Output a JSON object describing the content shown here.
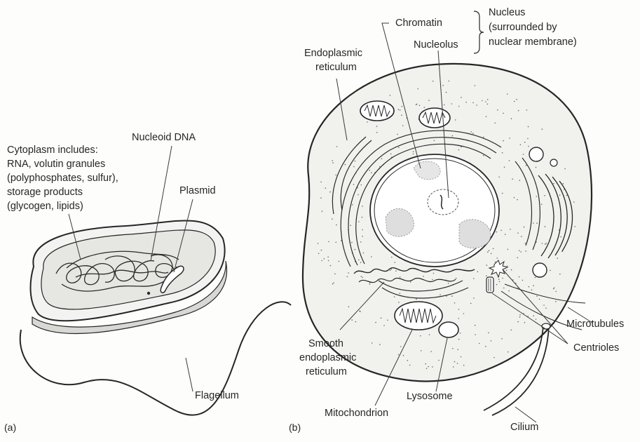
{
  "panel_a": {
    "tag": "(a)",
    "labels": {
      "cytoplasm": [
        "Cytoplasm includes:",
        "RNA, volutin granules",
        "(polyphosphates, sulfur),",
        "storage products",
        "(glycogen, lipids)"
      ],
      "nucleoid": "Nucleoid DNA",
      "plasmid": "Plasmid",
      "flagellum": "Flagellum"
    }
  },
  "panel_b": {
    "tag": "(b)",
    "labels": {
      "chromatin": "Chromatin",
      "nucleolus": "Nucleolus",
      "nucleus": [
        "Nucleus",
        "(surrounded by",
        "nuclear membrane)"
      ],
      "er": [
        "Endoplasmic",
        "reticulum"
      ],
      "smooth_er": [
        "Smooth",
        "endoplasmic",
        "reticulum"
      ],
      "mitochondrion": "Mitochondrion",
      "lysosome": "Lysosome",
      "cilium": "Cilium",
      "centrioles": "Centrioles",
      "microtubules": "Microtubules"
    }
  }
}
